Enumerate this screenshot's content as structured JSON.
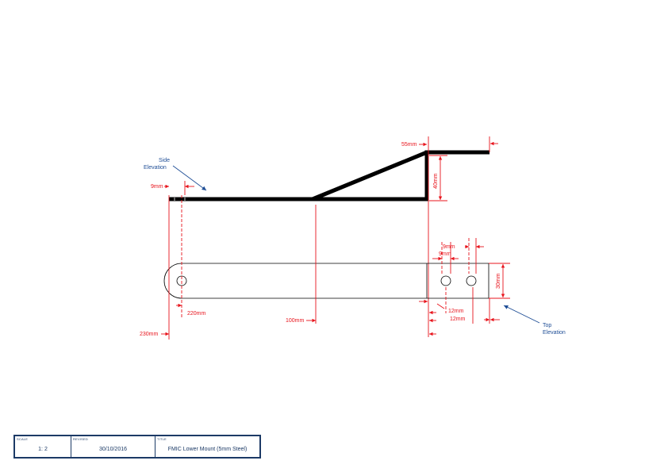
{
  "view_labels": {
    "side_line1": "Side",
    "side_line2": "Elevation",
    "top_line1": "Top",
    "top_line2": "Elevation"
  },
  "dimensions": {
    "d_9mm_side": "9mm",
    "d_55mm": "55mm",
    "d_40mm": "40mm",
    "d_9mm_a": "9mm",
    "d_9mm_b": "9mm",
    "d_30mm": "30mm",
    "d_220mm": "220mm",
    "d_100mm": "100mm",
    "d_230mm": "230mm",
    "d_12mm_a": "12mm",
    "d_12mm_b": "12mm"
  },
  "title_block": {
    "scale_label": "SCALE",
    "scale_value": "1: 2",
    "revised_label": "REVISED",
    "revised_value": "30/10/2016",
    "title_label": "TITLE",
    "title_value": "FMIC Lower Mount (5mm Steel)"
  },
  "colors": {
    "dimension": "#e8141c",
    "view_label": "#1f4e96",
    "title_block_border": "#1c3a66"
  }
}
